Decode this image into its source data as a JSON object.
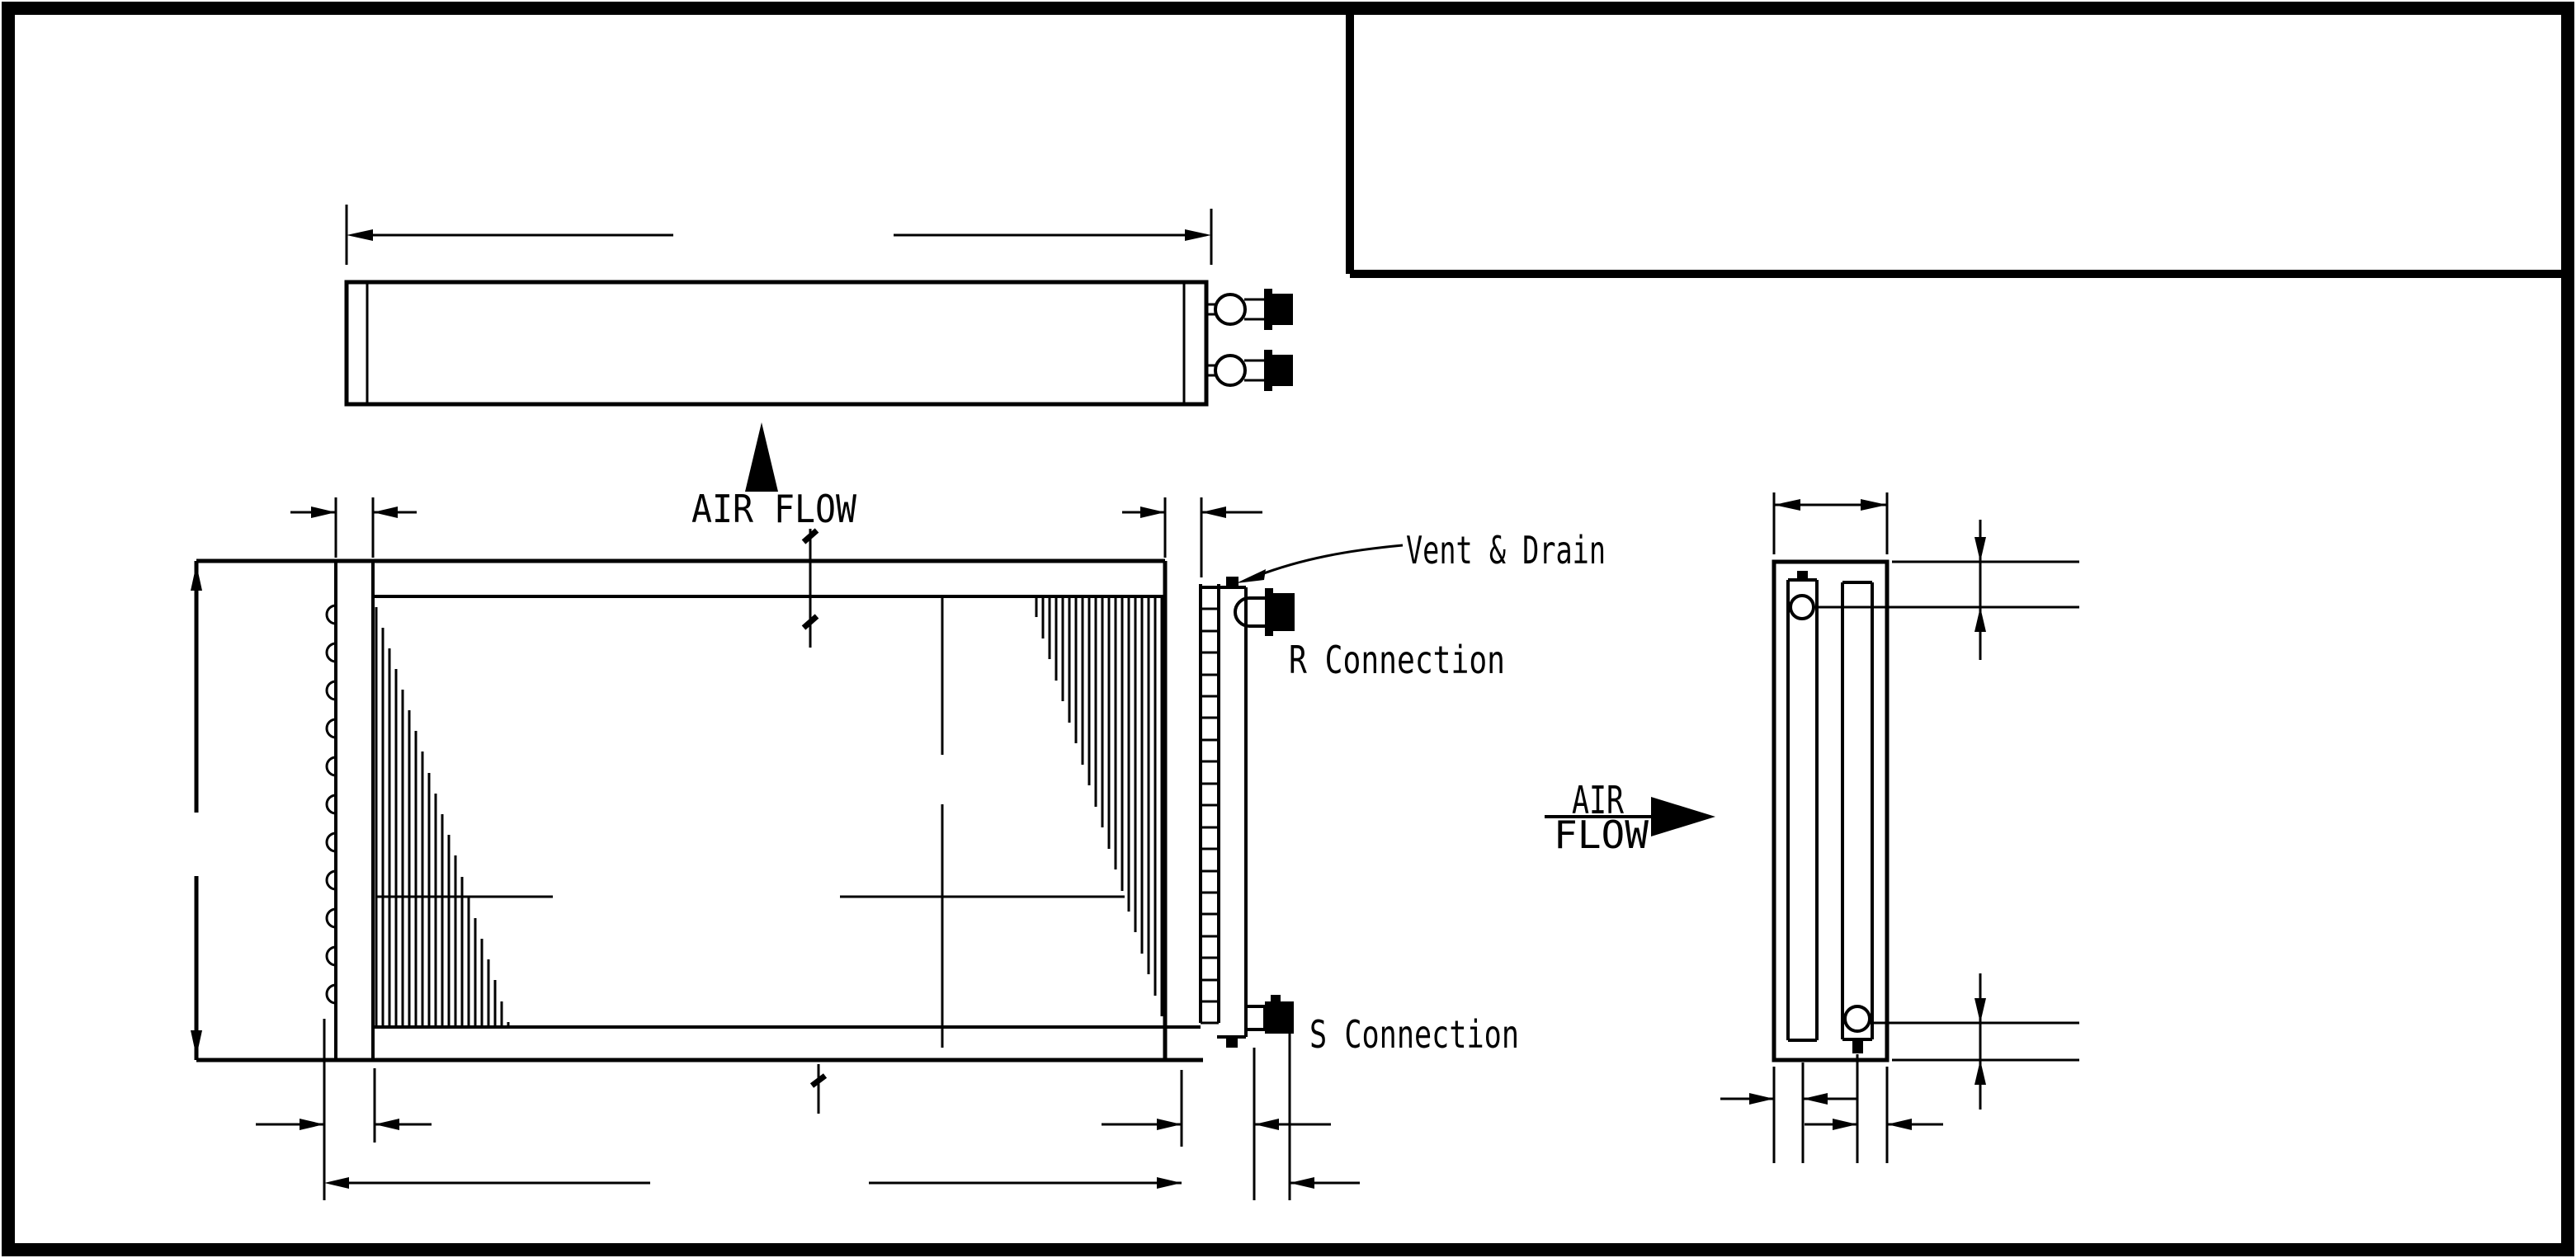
{
  "drawing": {
    "type": "coil-unit-technical-drawing",
    "paper_color": "#ffffff",
    "ink_color": "#000000",
    "labels": {
      "air_flow_top": "AIR FLOW",
      "air_flow_side_top": "AIR",
      "air_flow_side_bottom": "FLOW",
      "vent_drain": "Vent & Drain",
      "r_connection": "R Connection",
      "s_connection": "S Connection"
    },
    "title_block": {
      "content": ""
    }
  }
}
